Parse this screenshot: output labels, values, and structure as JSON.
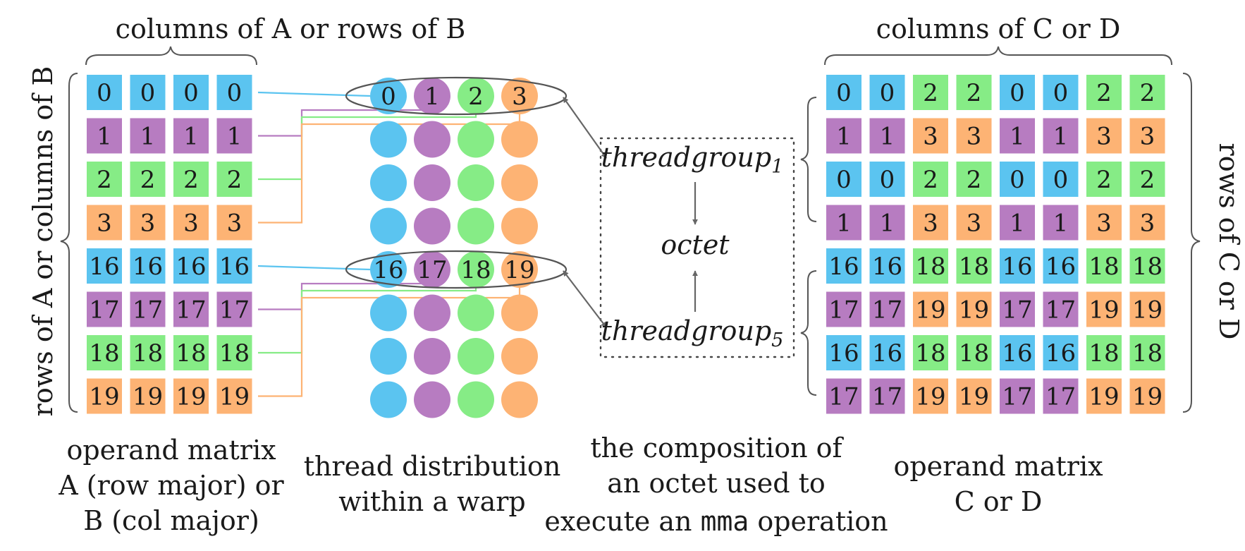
{
  "colors": {
    "blue": "#5bc4f0",
    "purple": "#b77cc1",
    "green": "#86ec86",
    "orange": "#fdb374",
    "stroke": "#555555"
  },
  "matrix_a": {
    "top_label": "columns of A or rows of B",
    "side_label": "rows of A or columns of B",
    "caption_lines": [
      "operand matrix",
      "A (row major) or",
      "B (col major)"
    ],
    "rows": [
      {
        "values": [
          "0",
          "0",
          "0",
          "0"
        ],
        "color": "blue"
      },
      {
        "values": [
          "1",
          "1",
          "1",
          "1"
        ],
        "color": "purple"
      },
      {
        "values": [
          "2",
          "2",
          "2",
          "2"
        ],
        "color": "green"
      },
      {
        "values": [
          "3",
          "3",
          "3",
          "3"
        ],
        "color": "orange"
      },
      {
        "values": [
          "16",
          "16",
          "16",
          "16"
        ],
        "color": "blue"
      },
      {
        "values": [
          "17",
          "17",
          "17",
          "17"
        ],
        "color": "purple"
      },
      {
        "values": [
          "18",
          "18",
          "18",
          "18"
        ],
        "color": "green"
      },
      {
        "values": [
          "19",
          "19",
          "19",
          "19"
        ],
        "color": "orange"
      }
    ]
  },
  "threads": {
    "caption_lines": [
      "thread distribution",
      "within a warp"
    ],
    "column_colors": [
      "blue",
      "purple",
      "green",
      "orange"
    ],
    "labeled_rows": [
      {
        "row": 0,
        "labels": [
          "0",
          "1",
          "2",
          "3"
        ]
      },
      {
        "row": 4,
        "labels": [
          "16",
          "17",
          "18",
          "19"
        ]
      }
    ]
  },
  "octet": {
    "threadgroup_top": "threadgroup",
    "threadgroup_top_sub": "1",
    "center": "octet",
    "threadgroup_bottom": "threadgroup",
    "threadgroup_bottom_sub": "5",
    "caption_line1": "the composition of",
    "caption_line2": "an octet used to",
    "caption_line3_pre": "execute an ",
    "caption_line3_code": "mma",
    "caption_line3_post": " operation"
  },
  "matrix_c": {
    "top_label": "columns of C or D",
    "side_label": "rows of C or D",
    "caption_lines": [
      "operand matrix",
      "C or D"
    ],
    "rows": [
      {
        "values": [
          "0",
          "0",
          "2",
          "2",
          "0",
          "0",
          "2",
          "2"
        ],
        "colors": [
          "blue",
          "blue",
          "green",
          "green",
          "blue",
          "blue",
          "green",
          "green"
        ]
      },
      {
        "values": [
          "1",
          "1",
          "3",
          "3",
          "1",
          "1",
          "3",
          "3"
        ],
        "colors": [
          "purple",
          "purple",
          "orange",
          "orange",
          "purple",
          "purple",
          "orange",
          "orange"
        ]
      },
      {
        "values": [
          "0",
          "0",
          "2",
          "2",
          "0",
          "0",
          "2",
          "2"
        ],
        "colors": [
          "blue",
          "blue",
          "green",
          "green",
          "blue",
          "blue",
          "green",
          "green"
        ]
      },
      {
        "values": [
          "1",
          "1",
          "3",
          "3",
          "1",
          "1",
          "3",
          "3"
        ],
        "colors": [
          "purple",
          "purple",
          "orange",
          "orange",
          "purple",
          "purple",
          "orange",
          "orange"
        ]
      },
      {
        "values": [
          "16",
          "16",
          "18",
          "18",
          "16",
          "16",
          "18",
          "18"
        ],
        "colors": [
          "blue",
          "blue",
          "green",
          "green",
          "blue",
          "blue",
          "green",
          "green"
        ]
      },
      {
        "values": [
          "17",
          "17",
          "19",
          "19",
          "17",
          "17",
          "19",
          "19"
        ],
        "colors": [
          "purple",
          "purple",
          "orange",
          "orange",
          "purple",
          "purple",
          "orange",
          "orange"
        ]
      },
      {
        "values": [
          "16",
          "16",
          "18",
          "18",
          "16",
          "16",
          "18",
          "18"
        ],
        "colors": [
          "blue",
          "blue",
          "green",
          "green",
          "blue",
          "blue",
          "green",
          "green"
        ]
      },
      {
        "values": [
          "17",
          "17",
          "19",
          "19",
          "17",
          "17",
          "19",
          "19"
        ],
        "colors": [
          "purple",
          "purple",
          "orange",
          "orange",
          "purple",
          "purple",
          "orange",
          "orange"
        ]
      }
    ]
  }
}
